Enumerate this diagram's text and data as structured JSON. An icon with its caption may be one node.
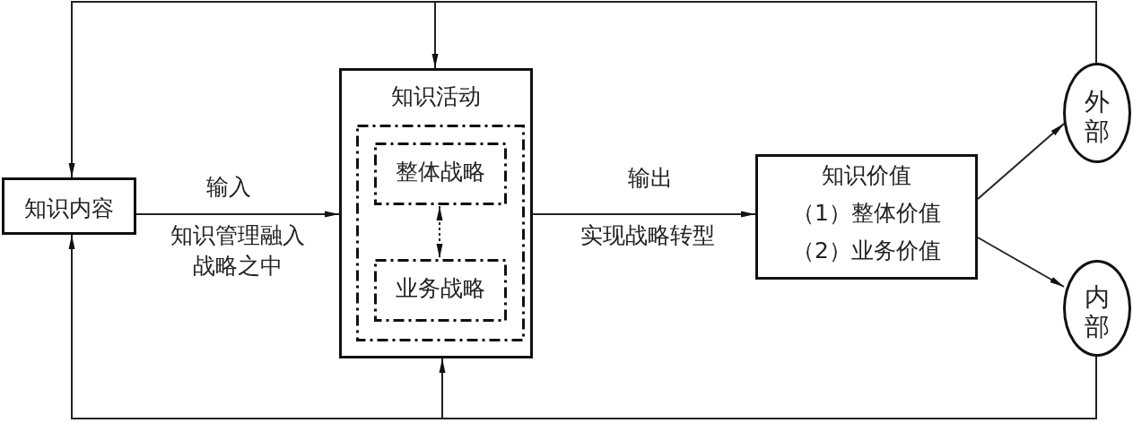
{
  "diagram": {
    "nodes": [
      {
        "text": [
          "知识内容"
        ]
      },
      {
        "text": [
          "知识活动"
        ]
      },
      {
        "text": [],
        "shape": "box",
        "in": 1
      },
      {
        "text": [
          "整体战略"
        ],
        "in": 2
      },
      {
        "text": [
          "业务战略"
        ],
        "in": 2
      },
      {
        "text": [
          "知识价值",
          "（1）整体价值",
          "（2）业务价值"
        ]
      },
      {
        "text": [
          "外部"
        ]
      },
      {
        "text": [
          "内部"
        ]
      }
    ],
    "edges": [
      {
        "from": 0,
        "to": 1,
        "arrow": "to",
        "label": "输入"
      },
      {
        "from": 1,
        "to": 5,
        "arrow": "to",
        "label": "输出"
      },
      {
        "from": 3,
        "to": 4,
        "arrow": "both",
        "style": "dashed"
      },
      {
        "from": 5,
        "to": 6,
        "arrow": "to"
      },
      {
        "from": 5,
        "to": 7,
        "arrow": "to"
      },
      {
        "from": 6,
        "to": 0,
        "arrow": "to"
      },
      {
        "from": 6,
        "to": 1,
        "arrow": "to"
      },
      {
        "from": 7,
        "to": 0,
        "arrow": "to"
      },
      {
        "from": 7,
        "to": 1,
        "arrow": "to"
      }
    ],
    "labels": [
      "知识管理融入战略之中",
      "实现战略转型"
    ]
  }
}
